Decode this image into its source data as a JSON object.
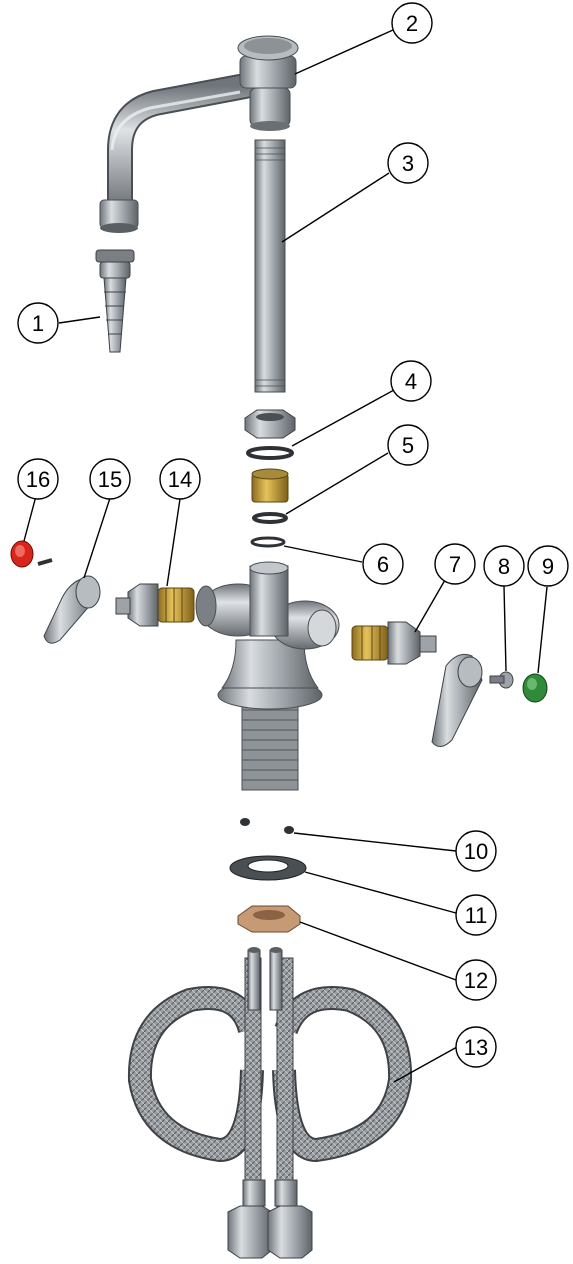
{
  "callouts": [
    {
      "num": "1"
    },
    {
      "num": "2"
    },
    {
      "num": "3"
    },
    {
      "num": "4"
    },
    {
      "num": "5"
    },
    {
      "num": "6"
    },
    {
      "num": "7"
    },
    {
      "num": "8"
    },
    {
      "num": "9"
    },
    {
      "num": "10"
    },
    {
      "num": "11"
    },
    {
      "num": "12"
    },
    {
      "num": "13"
    },
    {
      "num": "14"
    },
    {
      "num": "15"
    },
    {
      "num": "16"
    }
  ],
  "colors": {
    "chrome": "#a9aeb4",
    "brass": "#c9a33a",
    "red_index": "#d8261c",
    "green_index": "#2f8a3a",
    "bronze_nut": "#c69a74",
    "hose_braid": "#8a8e92"
  }
}
